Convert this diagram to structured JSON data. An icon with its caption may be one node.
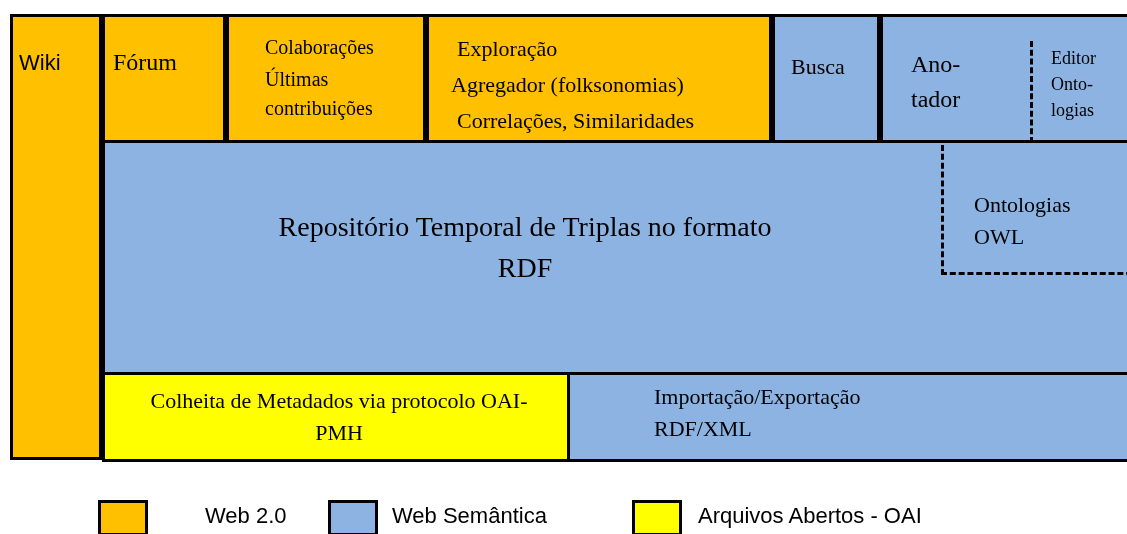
{
  "diagram": {
    "nodes": [
      {
        "text": [
          "Wiki"
        ]
      },
      {
        "text": [
          "Fórum"
        ]
      },
      {
        "text": [
          "Colaborações",
          "Últimas contribuições"
        ]
      },
      {
        "text": [
          "Exploração",
          "Agregador (folksonomias)",
          "Correlações, Similaridades"
        ]
      },
      {
        "text": [
          "Busca"
        ]
      },
      {
        "text": [
          "Ano-tador"
        ]
      },
      {
        "text": [
          "Editor Onto-logias"
        ],
        "in": 5
      },
      {
        "text": [
          "Repositório Temporal de Triplas no formato RDF"
        ]
      },
      {
        "text": [
          "Ontologias OWL"
        ],
        "in": 7
      },
      {
        "text": [
          "Colheita de Metadados via protocolo OAI-PMH"
        ]
      },
      {
        "text": [
          "Importação/Exportação RDF/XML"
        ]
      }
    ],
    "legend": [
      {
        "text": "Web 2.0",
        "color": "#ffc000"
      },
      {
        "text": "Web Semântica",
        "color": "#8db3e2"
      },
      {
        "text": "Arquivos Abertos - OAI",
        "color": "#ffff00"
      }
    ]
  }
}
